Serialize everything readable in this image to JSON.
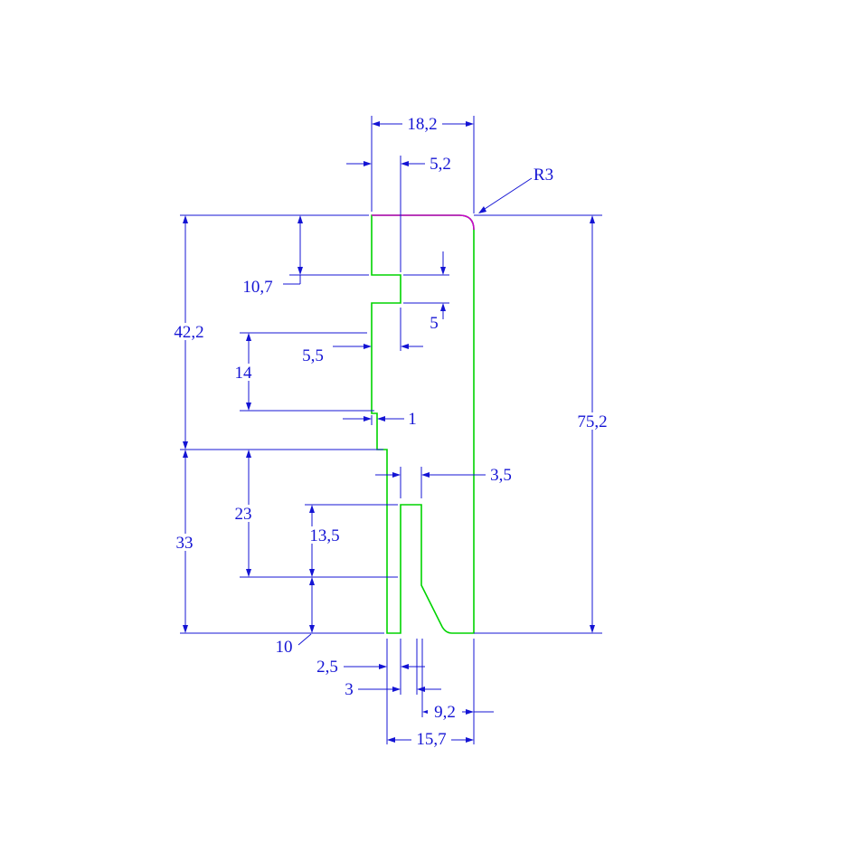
{
  "drawing": {
    "title": "profile-cross-section",
    "colors": {
      "outline": "#00d400",
      "dimension": "#1414d4",
      "accent": "#cc00cc",
      "background": "#ffffff"
    },
    "dims": [
      {
        "id": "top-width",
        "value": "18,2"
      },
      {
        "id": "groove-depth-offset",
        "value": "5,2"
      },
      {
        "id": "corner-radius",
        "value": "R3"
      },
      {
        "id": "top-to-groove",
        "value": "10,7"
      },
      {
        "id": "upper-section-height",
        "value": "42,2"
      },
      {
        "id": "groove-height",
        "value": "5"
      },
      {
        "id": "below-groove-offset",
        "value": "5,5"
      },
      {
        "id": "mid-section-height",
        "value": "14"
      },
      {
        "id": "small-step",
        "value": "1"
      },
      {
        "id": "overall-height",
        "value": "75,2"
      },
      {
        "id": "slot-width-upper",
        "value": "3,5"
      },
      {
        "id": "lower-mid-height",
        "value": "23"
      },
      {
        "id": "slot-depth",
        "value": "13,5"
      },
      {
        "id": "lower-section-height",
        "value": "33"
      },
      {
        "id": "foot-height",
        "value": "10"
      },
      {
        "id": "bottom-lip-width",
        "value": "2,5"
      },
      {
        "id": "slot-width-lower",
        "value": "3"
      },
      {
        "id": "bottom-right-width",
        "value": "9,2"
      },
      {
        "id": "bottom-width",
        "value": "15,7"
      }
    ]
  }
}
